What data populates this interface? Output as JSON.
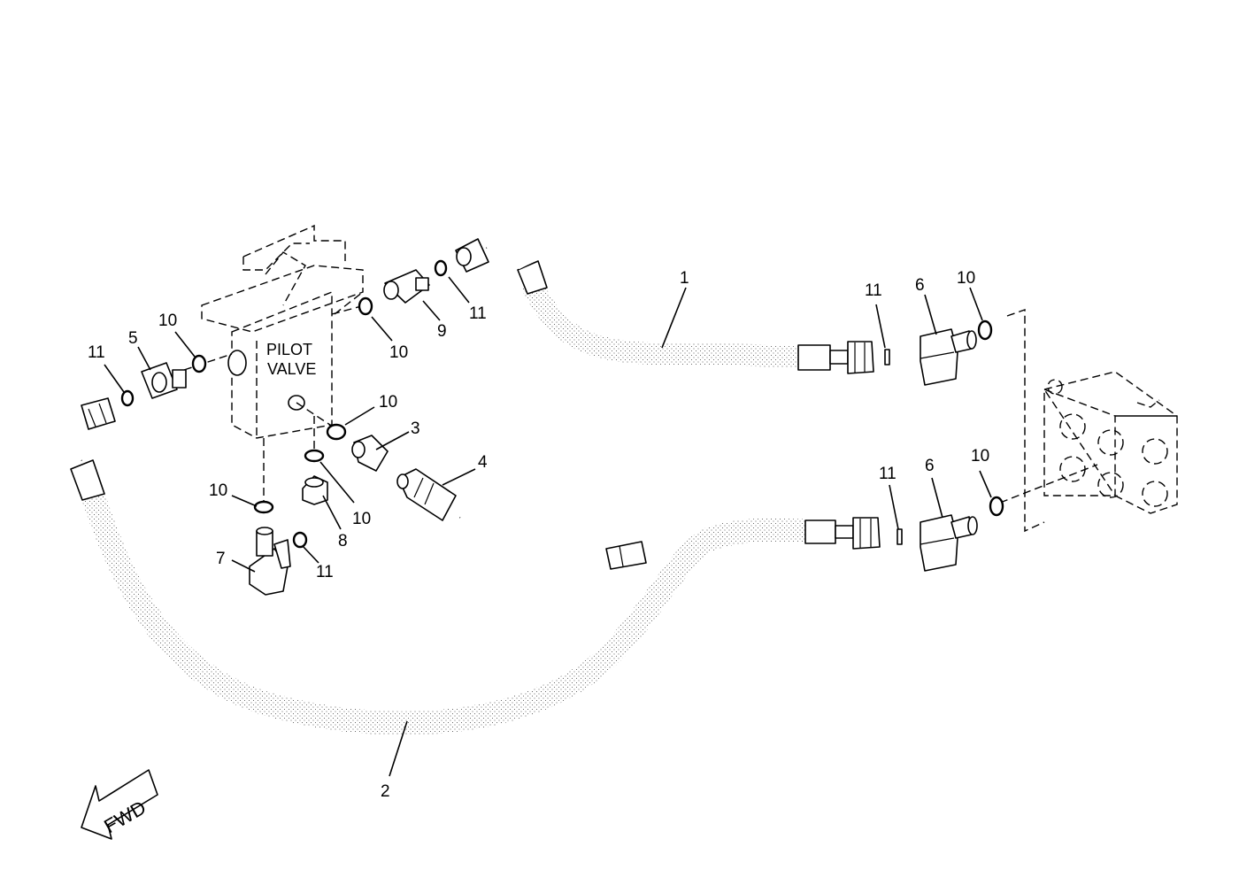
{
  "diagram": {
    "pilot_valve_label_line1": "PILOT",
    "pilot_valve_label_line2": "VALVE",
    "forward_arrow_label": "FWD",
    "callouts": {
      "hose_1": "1",
      "hose_2": "2",
      "fitting_3": "3",
      "pressure_switch_4": "4",
      "adapter_5": "5",
      "elbow_6_upper": "6",
      "elbow_6_lower": "6",
      "fitting_7": "7",
      "plug_8": "8",
      "fitting_9": "9",
      "oring_10_a": "10",
      "oring_10_b": "10",
      "oring_10_c": "10",
      "oring_10_d": "10",
      "oring_10_e": "10",
      "oring_10_f": "10",
      "oring_10_g": "10",
      "oring_11_a": "11",
      "oring_11_b": "11",
      "oring_11_c": "11",
      "oring_11_d": "11",
      "oring_11_e": "11"
    }
  }
}
